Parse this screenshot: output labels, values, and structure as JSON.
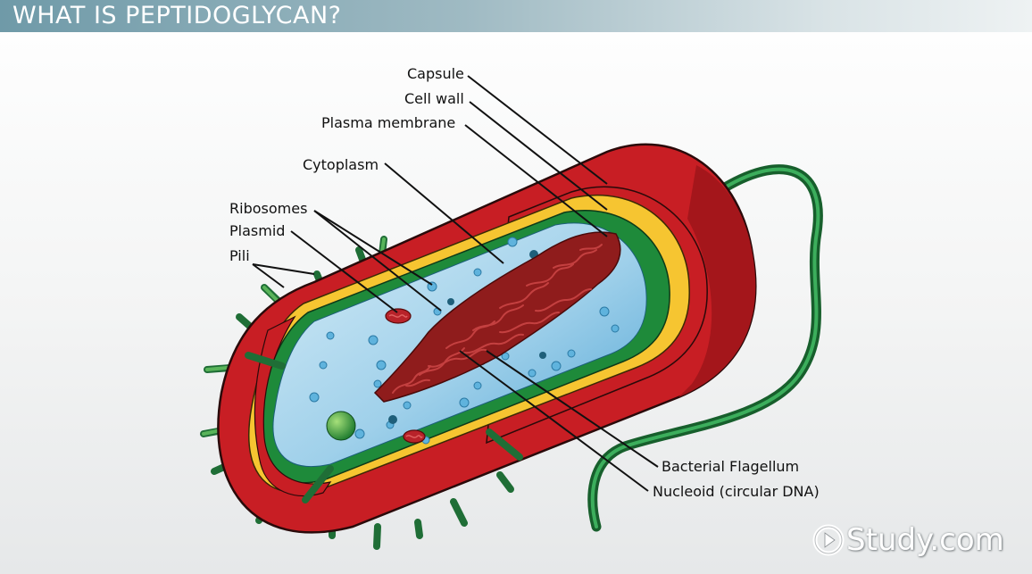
{
  "header": {
    "title": "WHAT IS PEPTIDOGLYCAN?"
  },
  "labels": {
    "capsule": "Capsule",
    "cell_wall": "Cell wall",
    "plasma_membrane": "Plasma membrane",
    "cytoplasm": "Cytoplasm",
    "ribosomes": "Ribosomes",
    "plasmid": "Plasmid",
    "pili": "Pili",
    "flagellum": "Bacterial Flagellum",
    "nucleoid": "Nucleoid (circular DNA)"
  },
  "logo": {
    "text": "Study.com"
  },
  "colors": {
    "capsule": "#c81e24",
    "cell_wall": "#f6c531",
    "plasma_membrane": "#1e8a3a",
    "cytoplasm": "#9ccfe8",
    "dna": "#8f1c1c",
    "pili": "#1f7a3c"
  }
}
